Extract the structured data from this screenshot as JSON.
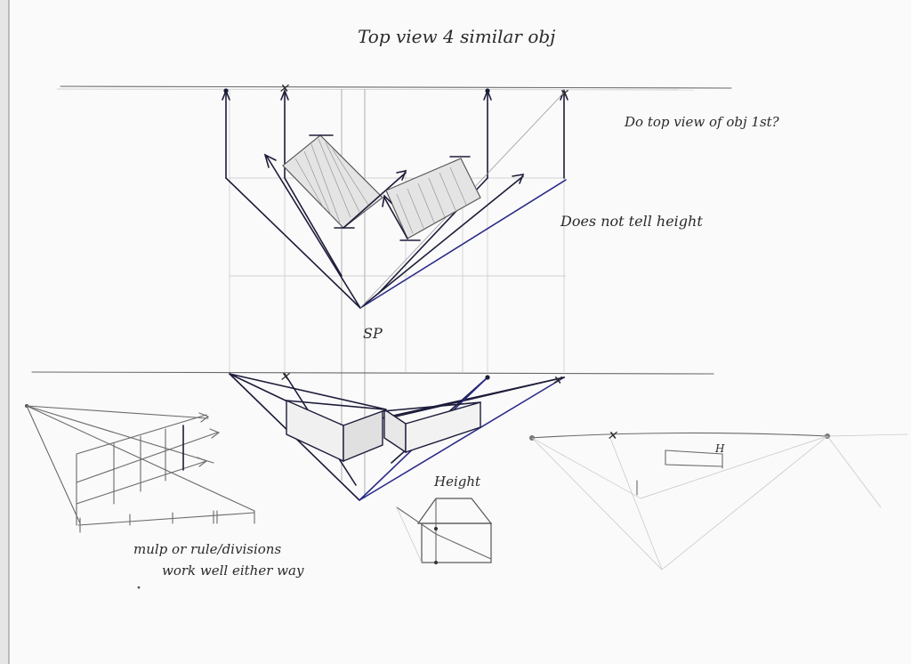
{
  "annotations": {
    "title": "Top view 4 similar obj",
    "top_view_note": "Do top view of obj 1st?",
    "height_note": "Does not tell height",
    "sp_label": "SP",
    "height_label": "Height",
    "h_label": "H",
    "multiply_note_line1": "mulp or rule/divisions",
    "multiply_note_line2": "work well either way"
  },
  "colors": {
    "paper": "#fafafa",
    "ink": "#1c1c3a",
    "blue_ink": "#2b2b8a",
    "pencil": "#6a6a6a"
  }
}
